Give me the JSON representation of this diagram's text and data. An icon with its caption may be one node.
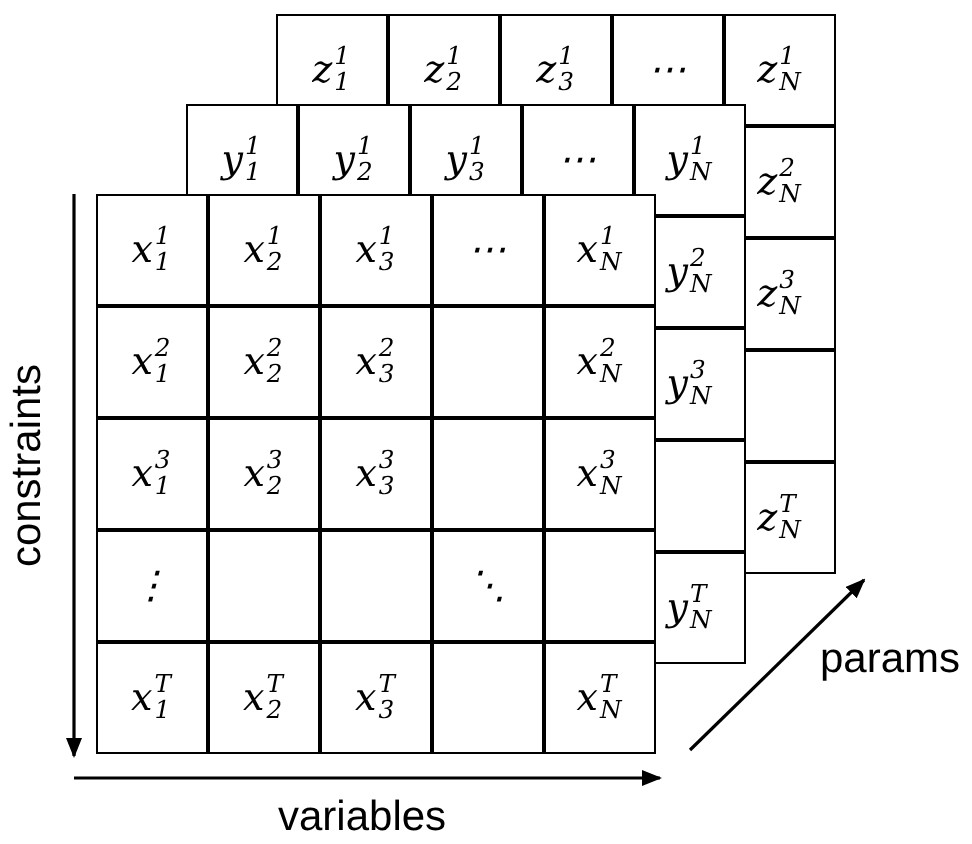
{
  "diagram": {
    "labels": [
      "z$_{1}$$^{1}$",
      "z$_{2}$$^{1}$",
      "z$_{3}$$^{1}$",
      "⋯",
      "z$_{N}$$^{1}$",
      "z$_{N}$$^{2}$",
      "z$_{N}$$^{3}$",
      "z$_{N}$$^{T}$",
      "y$_{1}$$^{1}$",
      "y$_{2}$$^{1}$",
      "y$_{3}$$^{1}$",
      "⋯",
      "y$_{N}$$^{1}$",
      "y$_{N}$$^{2}$",
      "y$_{N}$$^{3}$",
      "y$_{N}$$^{T}$",
      "x$_{1}$$^{1}$",
      "x$_{2}$$^{1}$",
      "x$_{3}$$^{1}$",
      "⋯",
      "x$_{N}$$^{1}$",
      "x$_{1}$$^{2}$",
      "x$_{2}$$^{2}$",
      "x$_{3}$$^{2}$",
      "x$_{N}$$^{2}$",
      "x$_{1}$$^{3}$",
      "x$_{2}$$^{3}$",
      "x$_{3}$$^{3}$",
      "x$_{N}$$^{3}$",
      "⋮",
      "⋱",
      "x$_{1}$$^{T}$",
      "x$_{2}$$^{T}$",
      "x$_{3}$$^{T}$",
      "x$_{N}$$^{T}$",
      "constraints",
      "variables",
      "params"
    ]
  }
}
